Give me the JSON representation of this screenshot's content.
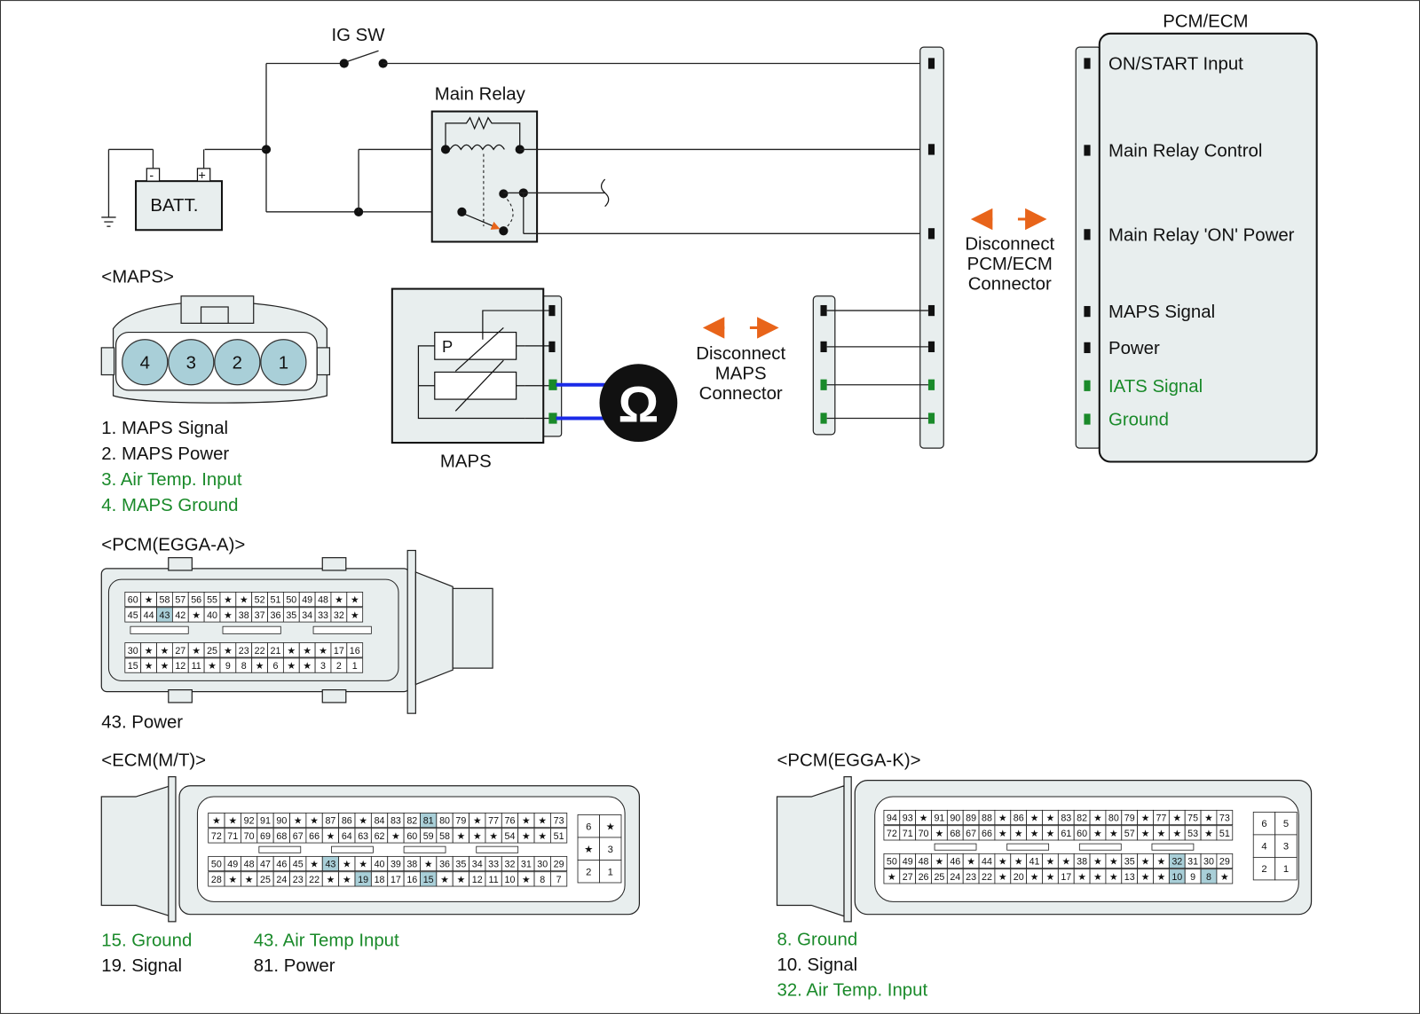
{
  "labels": {
    "ig_sw": "IG SW",
    "main_relay": "Main Relay",
    "batt": "BATT.",
    "batt_minus": "-",
    "batt_plus": "+",
    "pcm_ecm": "PCM/ECM",
    "maps_box": "MAPS",
    "maps_p": "P",
    "ohm": "Ω",
    "disconnect_pcm": [
      "Disconnect",
      "PCM/ECM",
      "Connector"
    ],
    "disconnect_maps": [
      "Disconnect",
      "MAPS",
      "Connector"
    ]
  },
  "pcm_pins": [
    {
      "label": "ON/START Input",
      "color": "#111111"
    },
    {
      "label": "Main Relay Control",
      "color": "#111111"
    },
    {
      "label": "Main Relay 'ON' Power",
      "color": "#111111"
    },
    {
      "label": "MAPS Signal",
      "color": "#111111"
    },
    {
      "label": "Power",
      "color": "#111111"
    },
    {
      "label": "IATS Signal",
      "color": "#1a8a2a"
    },
    {
      "label": "Ground",
      "color": "#1a8a2a"
    }
  ],
  "maps_connector": {
    "title": "<MAPS>",
    "pins": [
      "4",
      "3",
      "2",
      "1"
    ],
    "legend": [
      {
        "text": "1. MAPS Signal",
        "color": "#111111"
      },
      {
        "text": "2. MAPS Power",
        "color": "#111111"
      },
      {
        "text": "3. Air Temp. Input",
        "color": "#1a8a2a"
      },
      {
        "text": "4. MAPS Ground",
        "color": "#1a8a2a"
      }
    ]
  },
  "pcm_egga_a": {
    "title": "<PCM(EGGA-A)>",
    "rows": [
      [
        "60",
        "★",
        "58",
        "57",
        "56",
        "55",
        "★",
        "★",
        "52",
        "51",
        "50",
        "49",
        "48",
        "★",
        "★"
      ],
      [
        "45",
        "44",
        "43",
        "42",
        "★",
        "40",
        "★",
        "38",
        "37",
        "36",
        "35",
        "34",
        "33",
        "32",
        "★"
      ],
      [
        "30",
        "★",
        "★",
        "27",
        "★",
        "25",
        "★",
        "23",
        "22",
        "21",
        "★",
        "★",
        "★",
        "17",
        "16"
      ],
      [
        "15",
        "★",
        "★",
        "12",
        "11",
        "★",
        "9",
        "8",
        "★",
        "6",
        "★",
        "★",
        "3",
        "2",
        "1"
      ]
    ],
    "highlight": [
      "43"
    ],
    "legend": [
      {
        "text": "43. Power",
        "color": "#111111"
      }
    ]
  },
  "ecm_mt": {
    "title": "<ECM(M/T)>",
    "rows": [
      [
        "★",
        "★",
        "92",
        "91",
        "90",
        "★",
        "★",
        "87",
        "86",
        "★",
        "84",
        "83",
        "82",
        "81",
        "80",
        "79",
        "★",
        "77",
        "76",
        "★",
        "★",
        "73"
      ],
      [
        "72",
        "71",
        "70",
        "69",
        "68",
        "67",
        "66",
        "★",
        "64",
        "63",
        "62",
        "★",
        "60",
        "59",
        "58",
        "★",
        "★",
        "★",
        "54",
        "★",
        "★",
        "51"
      ],
      [
        "50",
        "49",
        "48",
        "47",
        "46",
        "45",
        "★",
        "43",
        "★",
        "★",
        "40",
        "39",
        "38",
        "★",
        "36",
        "35",
        "34",
        "33",
        "32",
        "31",
        "30",
        "29"
      ],
      [
        "28",
        "★",
        "★",
        "25",
        "24",
        "23",
        "22",
        "★",
        "★",
        "19",
        "18",
        "17",
        "16",
        "15",
        "★",
        "★",
        "12",
        "11",
        "10",
        "★",
        "8",
        "7"
      ]
    ],
    "highlight": [
      "81",
      "43",
      "19",
      "15"
    ],
    "side": [
      "6",
      "★",
      "★",
      "3",
      "2",
      "1"
    ],
    "legend": [
      {
        "text": "15. Ground",
        "color": "#1a8a2a"
      },
      {
        "text": "19. Signal",
        "color": "#111111"
      },
      {
        "text": "43. Air Temp Input",
        "color": "#1a8a2a"
      },
      {
        "text": "81. Power",
        "color": "#111111"
      }
    ]
  },
  "pcm_egga_k": {
    "title": "<PCM(EGGA-K)>",
    "rows": [
      [
        "94",
        "93",
        "★",
        "91",
        "90",
        "89",
        "88",
        "★",
        "86",
        "★",
        "★",
        "83",
        "82",
        "★",
        "80",
        "79",
        "★",
        "77",
        "★",
        "75",
        "★",
        "73"
      ],
      [
        "72",
        "71",
        "70",
        "★",
        "68",
        "67",
        "66",
        "★",
        "★",
        "★",
        "★",
        "61",
        "60",
        "★",
        "★",
        "57",
        "★",
        "★",
        "★",
        "53",
        "★",
        "51"
      ],
      [
        "50",
        "49",
        "48",
        "★",
        "46",
        "★",
        "44",
        "★",
        "★",
        "41",
        "★",
        "★",
        "38",
        "★",
        "★",
        "35",
        "★",
        "★",
        "32",
        "31",
        "30",
        "29"
      ],
      [
        "★",
        "27",
        "26",
        "25",
        "24",
        "23",
        "22",
        "★",
        "20",
        "★",
        "★",
        "17",
        "★",
        "★",
        "★",
        "13",
        "★",
        "★",
        "10",
        "9",
        "8",
        "★"
      ]
    ],
    "highlight": [
      "32",
      "10",
      "8"
    ],
    "side": [
      "6",
      "5",
      "4",
      "3",
      "2",
      "1"
    ],
    "legend": [
      {
        "text": "8. Ground",
        "color": "#1a8a2a"
      },
      {
        "text": "10. Signal",
        "color": "#111111"
      },
      {
        "text": "32. Air Temp. Input",
        "color": "#1a8a2a"
      }
    ]
  }
}
